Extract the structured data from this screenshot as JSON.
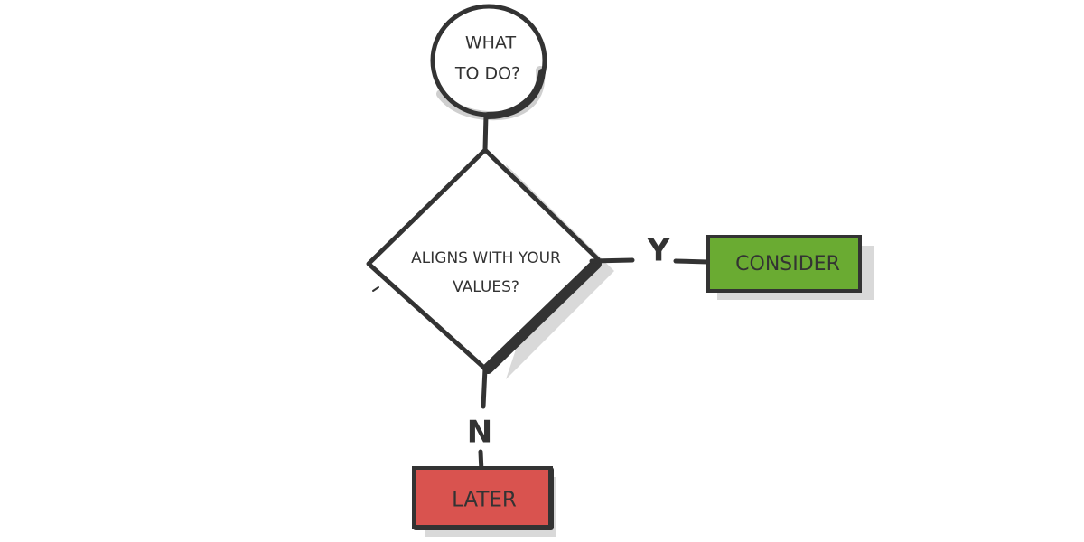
{
  "diagram": {
    "start": {
      "line1": "WHAT",
      "line2": "TO DO?"
    },
    "decision": {
      "line1": "ALIGNS WITH YOUR",
      "line2": "VALUES?"
    },
    "yes_branch": {
      "label": "Y",
      "target": "CONSIDER"
    },
    "no_branch": {
      "label": "N",
      "target": "LATER"
    }
  },
  "colors": {
    "ink": "#333333",
    "shadow": "#d9d9d9",
    "consider_fill": "#6aab32",
    "later_fill": "#d9534f"
  }
}
